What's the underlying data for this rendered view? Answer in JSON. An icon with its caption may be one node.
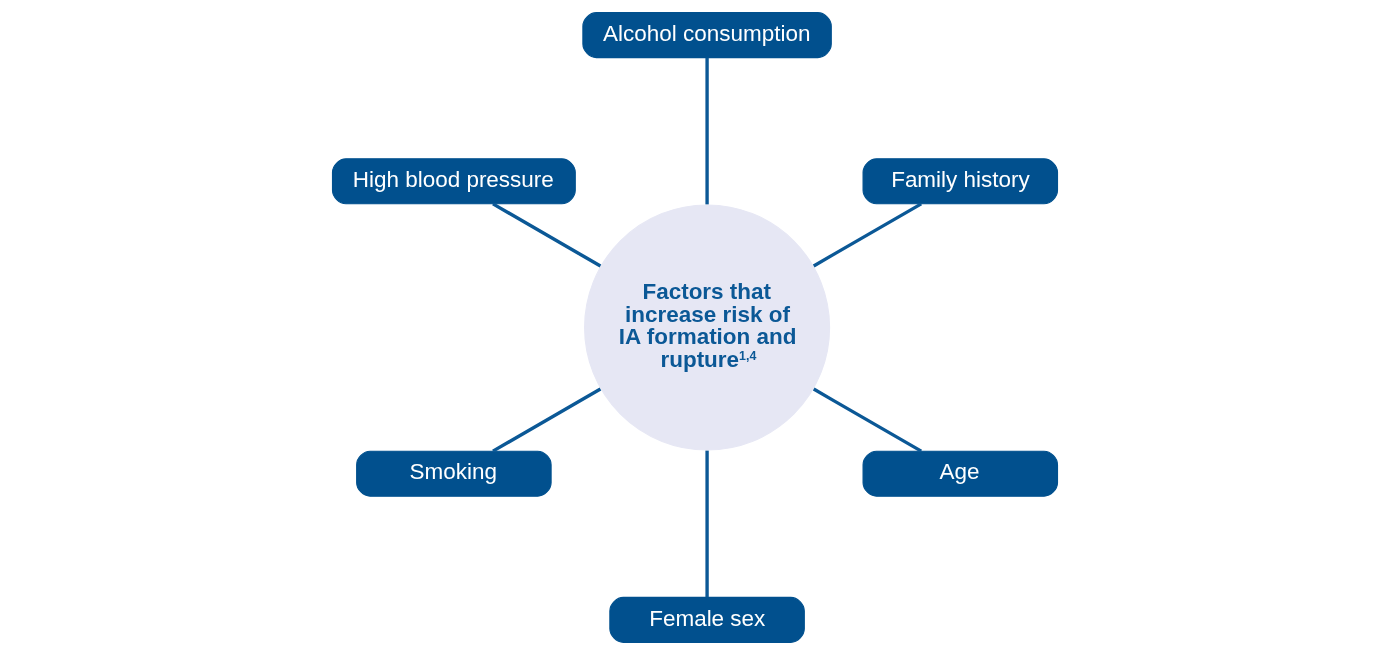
{
  "diagram": {
    "nodes": [
      {
        "text": [
          "Factors that increase risk of IA formation and rupture$^{1,4}$"
        ]
      },
      {
        "text": [
          "Family history"
        ]
      },
      {
        "text": [
          "Alcohol consumption"
        ]
      },
      {
        "text": [
          "High blood pressure"
        ]
      },
      {
        "text": [
          "Smoking"
        ]
      },
      {
        "text": [
          "Female sex"
        ]
      },
      {
        "text": [
          "Age"
        ]
      }
    ],
    "edges": [
      {
        "from": 0,
        "to": 1,
        "arrow": "none"
      },
      {
        "from": 0,
        "to": 3,
        "arrow": "none"
      },
      {
        "from": 0,
        "to": 5,
        "arrow": "none"
      },
      {
        "from": 0,
        "to": 6,
        "arrow": "none"
      },
      {
        "from": 0,
        "to": 4,
        "arrow": "none"
      },
      {
        "from": 0,
        "to": 2,
        "arrow": "none"
      }
    ]
  }
}
